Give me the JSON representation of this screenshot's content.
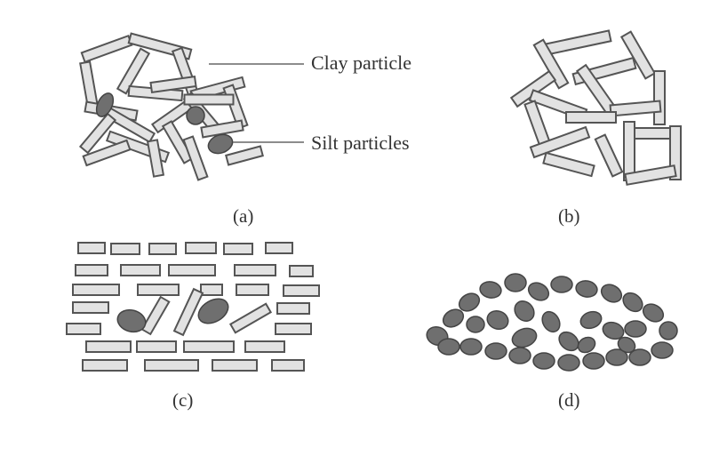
{
  "callouts": {
    "clay": "Clay particle",
    "silt": "Silt particles"
  },
  "panels": [
    {
      "id": "a",
      "label": "(a)"
    },
    {
      "id": "b",
      "label": "(b)"
    },
    {
      "id": "c",
      "label": "(c)"
    },
    {
      "id": "d",
      "label": "(d)"
    }
  ],
  "colors": {
    "clay_fill": "#e2e2e2",
    "outline": "#555555",
    "silt_fill": "#6f6f6f"
  }
}
